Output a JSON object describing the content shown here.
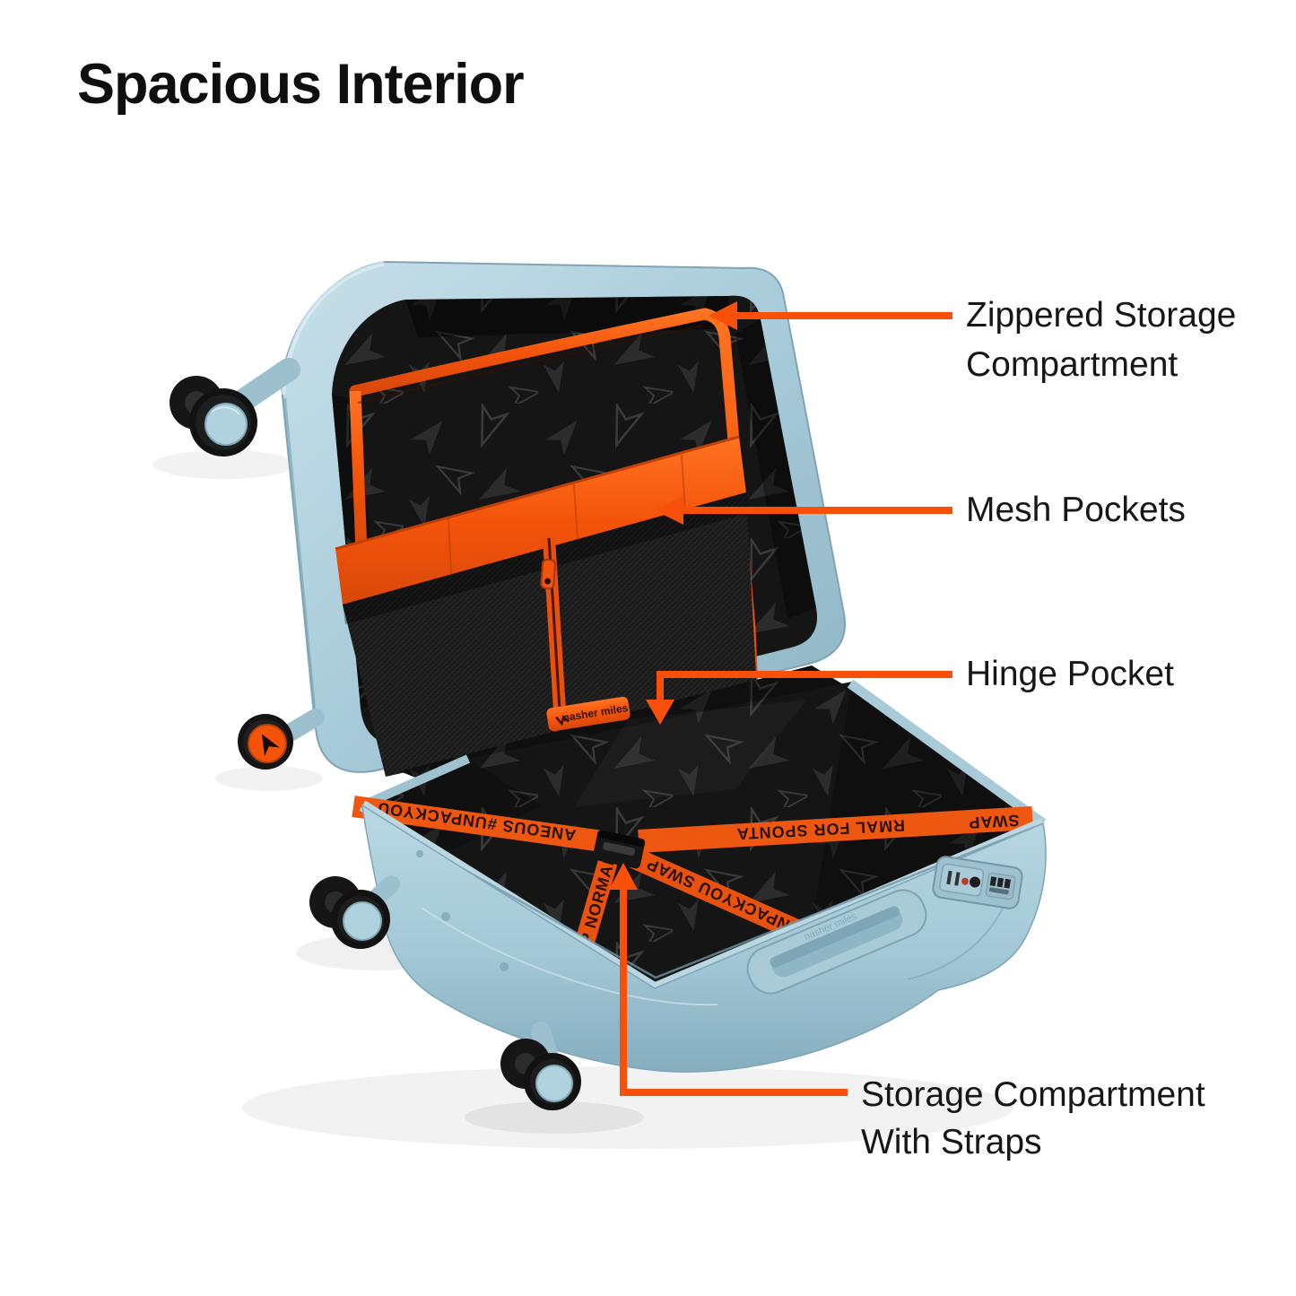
{
  "title": "Spacious Interior",
  "callouts": [
    {
      "id": "zippered-storage-compartment",
      "lines": [
        "Zippered Storage",
        "Compartment"
      ]
    },
    {
      "id": "mesh-pockets",
      "lines": [
        "Mesh Pockets"
      ]
    },
    {
      "id": "hinge-pocket",
      "lines": [
        "Hinge Pocket"
      ]
    },
    {
      "id": "storage-compartment-straps",
      "lines": [
        "Storage Compartment",
        "With Straps"
      ]
    }
  ],
  "suitcase": {
    "brand": "nasher miles",
    "strap_texts": [
      "ANEOUS #UNPACKYOU",
      "RMAL FOR SPONTA",
      "SWAP",
      "AP NORMAL",
      "NPACKYOU SWAP"
    ]
  },
  "colors": {
    "accent_orange": "#F8500A",
    "strap_orange": "#EE5710",
    "shell_blue": "#A9CBD8",
    "lining_black": "#161616",
    "label_text": "#171717"
  }
}
